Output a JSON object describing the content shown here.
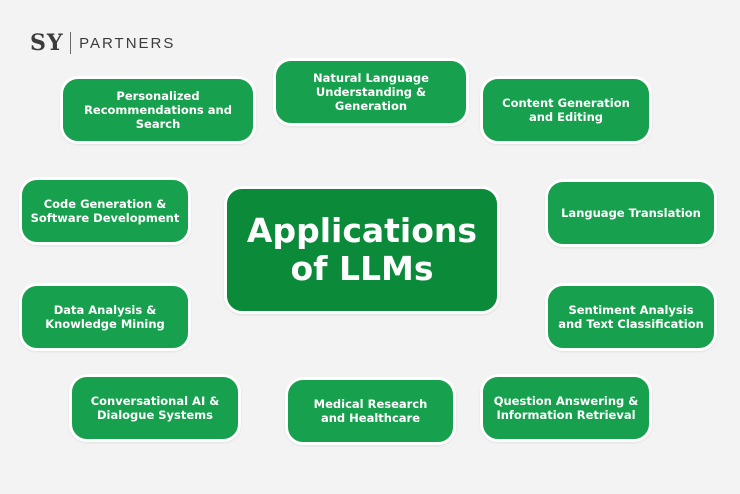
{
  "logo": {
    "mark": "SY",
    "word": "PARTNERS"
  },
  "center": {
    "title": "Applications\nof LLMs"
  },
  "applications": [
    "Natural Language\nUnderstanding & Generation",
    "Content Generation\nand Editing",
    "Language Translation",
    "Sentiment Analysis\nand Text Classification",
    "Question Answering &\nInformation Retrieval",
    "Medical Research\nand Healthcare",
    "Conversational AI &\nDialogue Systems",
    "Data Analysis &\nKnowledge Mining",
    "Code Generation &\nSoftware Development",
    "Personalized\nRecommendations and Search"
  ],
  "colors": {
    "pill": "#17a04d",
    "center": "#0b8a3a",
    "background": "#f3f3f3"
  }
}
